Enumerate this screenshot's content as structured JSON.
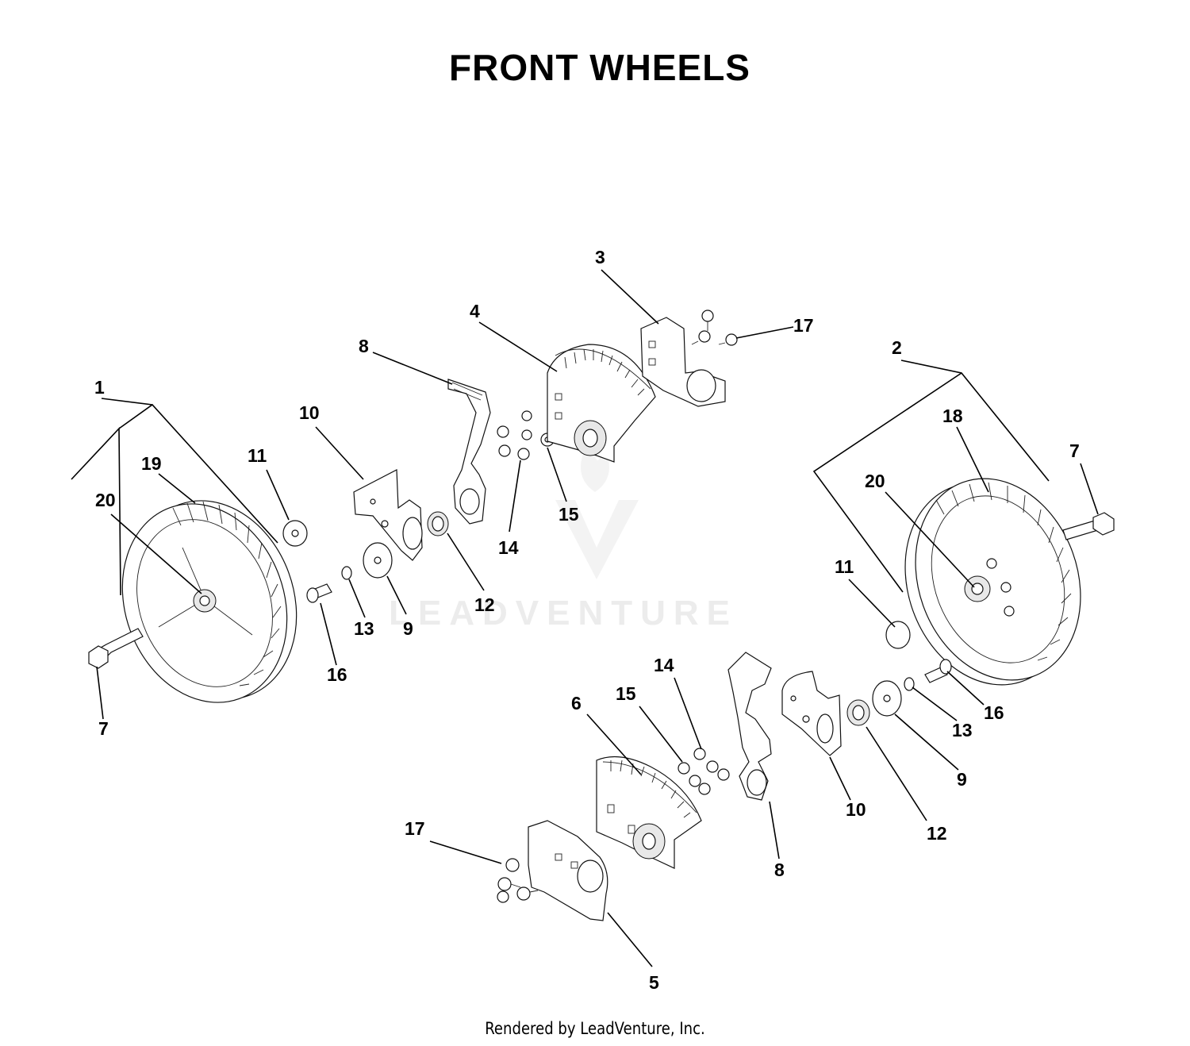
{
  "title": "FRONT WHEELS",
  "footer": "Rendered by LeadVenture, Inc.",
  "watermark": "LEADVENTURE",
  "callouts": {
    "c1": "1",
    "c2": "2",
    "c3": "3",
    "c4": "4",
    "c5": "5",
    "c6": "6",
    "c7a": "7",
    "c7b": "7",
    "c8a": "8",
    "c8b": "8",
    "c9a": "9",
    "c9b": "9",
    "c10a": "10",
    "c10b": "10",
    "c11a": "11",
    "c11b": "11",
    "c12a": "12",
    "c12b": "12",
    "c13a": "13",
    "c13b": "13",
    "c14a": "14",
    "c14b": "14",
    "c15a": "15",
    "c15b": "15",
    "c16a": "16",
    "c16b": "16",
    "c17a": "17",
    "c17b": "17",
    "c18": "18",
    "c19": "19",
    "c20a": "20",
    "c20b": "20"
  }
}
